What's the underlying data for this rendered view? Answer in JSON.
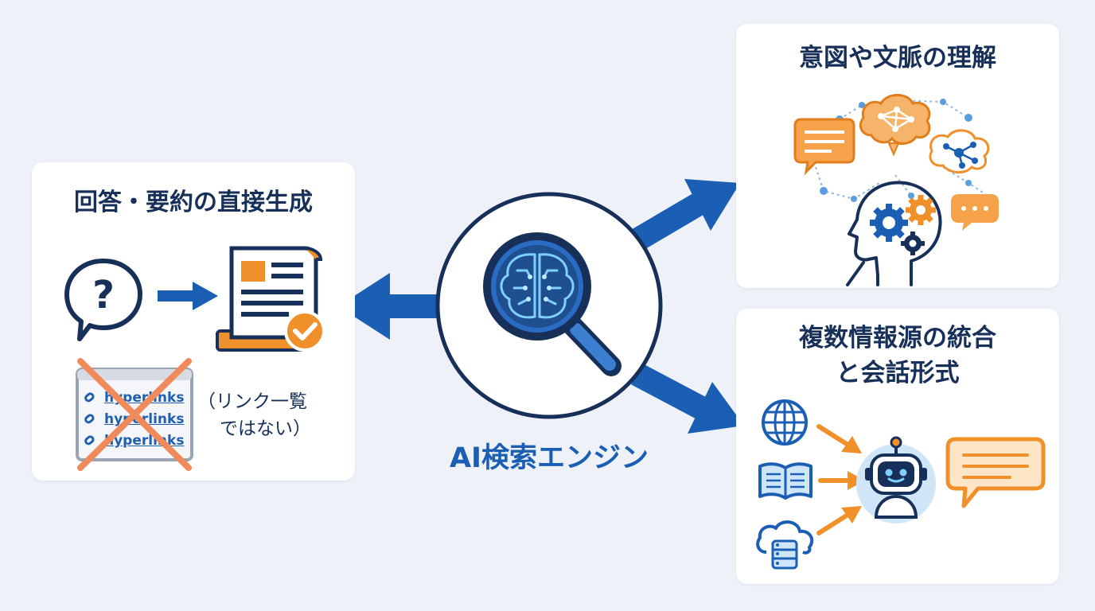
{
  "center": {
    "label": "AI検索エンジン"
  },
  "left_card": {
    "title": "回答・要約の直接生成",
    "hyperlink_items": [
      "hyperlinks",
      "hyperlinks",
      "hyperlinks"
    ],
    "note_line1": "（リンク一覧",
    "note_line2": "ではない）"
  },
  "top_right_card": {
    "title": "意図や文脈の理解"
  },
  "bottom_right_card": {
    "title_line1": "複数情報源の統合",
    "title_line2": "と会話形式"
  },
  "colors": {
    "primary_blue": "#1a5fb4",
    "navy": "#17305a",
    "accent_orange": "#f0902a",
    "light_blue": "#cfe6f8",
    "cross_red": "#f08a5a"
  }
}
